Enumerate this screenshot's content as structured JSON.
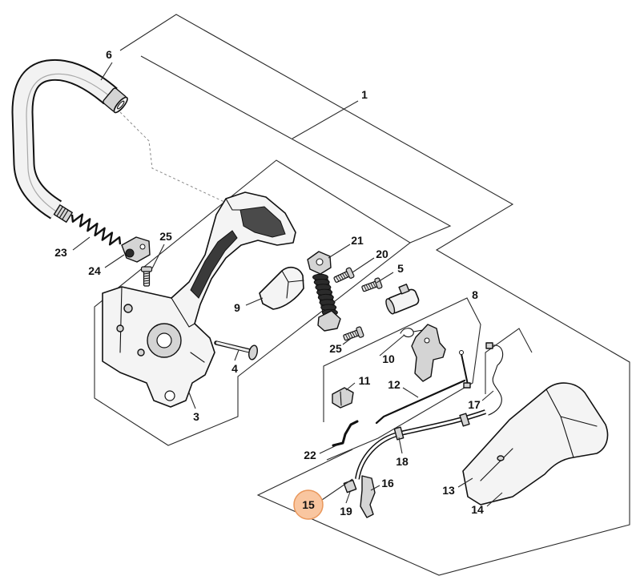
{
  "diagram": {
    "callouts": [
      {
        "label": "6"
      },
      {
        "label": "1"
      },
      {
        "label": "23"
      },
      {
        "label": "24"
      },
      {
        "label": "25"
      },
      {
        "label": "9"
      },
      {
        "label": "21"
      },
      {
        "label": "20"
      },
      {
        "label": "5"
      },
      {
        "label": "8"
      },
      {
        "label": "4"
      },
      {
        "label": "3"
      },
      {
        "label": "25"
      },
      {
        "label": "10"
      },
      {
        "label": "11"
      },
      {
        "label": "12"
      },
      {
        "label": "17"
      },
      {
        "label": "22"
      },
      {
        "label": "18"
      },
      {
        "label": "16"
      },
      {
        "label": "15",
        "selected": true
      },
      {
        "label": "19"
      },
      {
        "label": "13"
      },
      {
        "label": "14"
      }
    ],
    "colors": {
      "line": "#1a1a1a",
      "part_fill": "#f4f4f4",
      "selected_fill": "#f9c6a0",
      "selected_stroke": "#e9975b"
    }
  }
}
